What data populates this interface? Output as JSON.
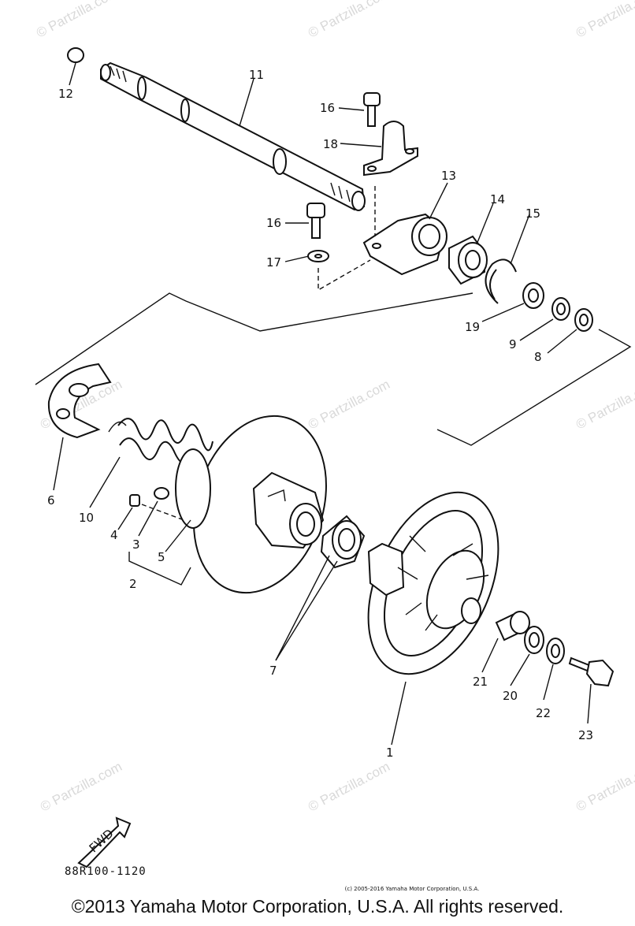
{
  "watermark": "© Partzilla.com",
  "diagram_code": "88R100-1120",
  "small_copyright": "(c) 2005-2016 Yamaha Motor Corporation, U.S.A.",
  "copyright": "©2013 Yamaha Motor Corporation, U.S.A. All rights reserved.",
  "fwd_label": "FWD",
  "callouts": {
    "c1": "1",
    "c2": "2",
    "c3": "3",
    "c4": "4",
    "c5": "5",
    "c6": "6",
    "c7": "7",
    "c8": "8",
    "c9": "9",
    "c10": "10",
    "c11": "11",
    "c12": "12",
    "c13": "13",
    "c14": "14",
    "c15": "15",
    "c16a": "16",
    "c16b": "16",
    "c17": "17",
    "c18": "18",
    "c19": "19",
    "c20": "20",
    "c21": "21",
    "c22": "22",
    "c23": "23"
  },
  "colors": {
    "ink": "#111111",
    "watermark": "#d9d9d9",
    "background": "#ffffff"
  }
}
